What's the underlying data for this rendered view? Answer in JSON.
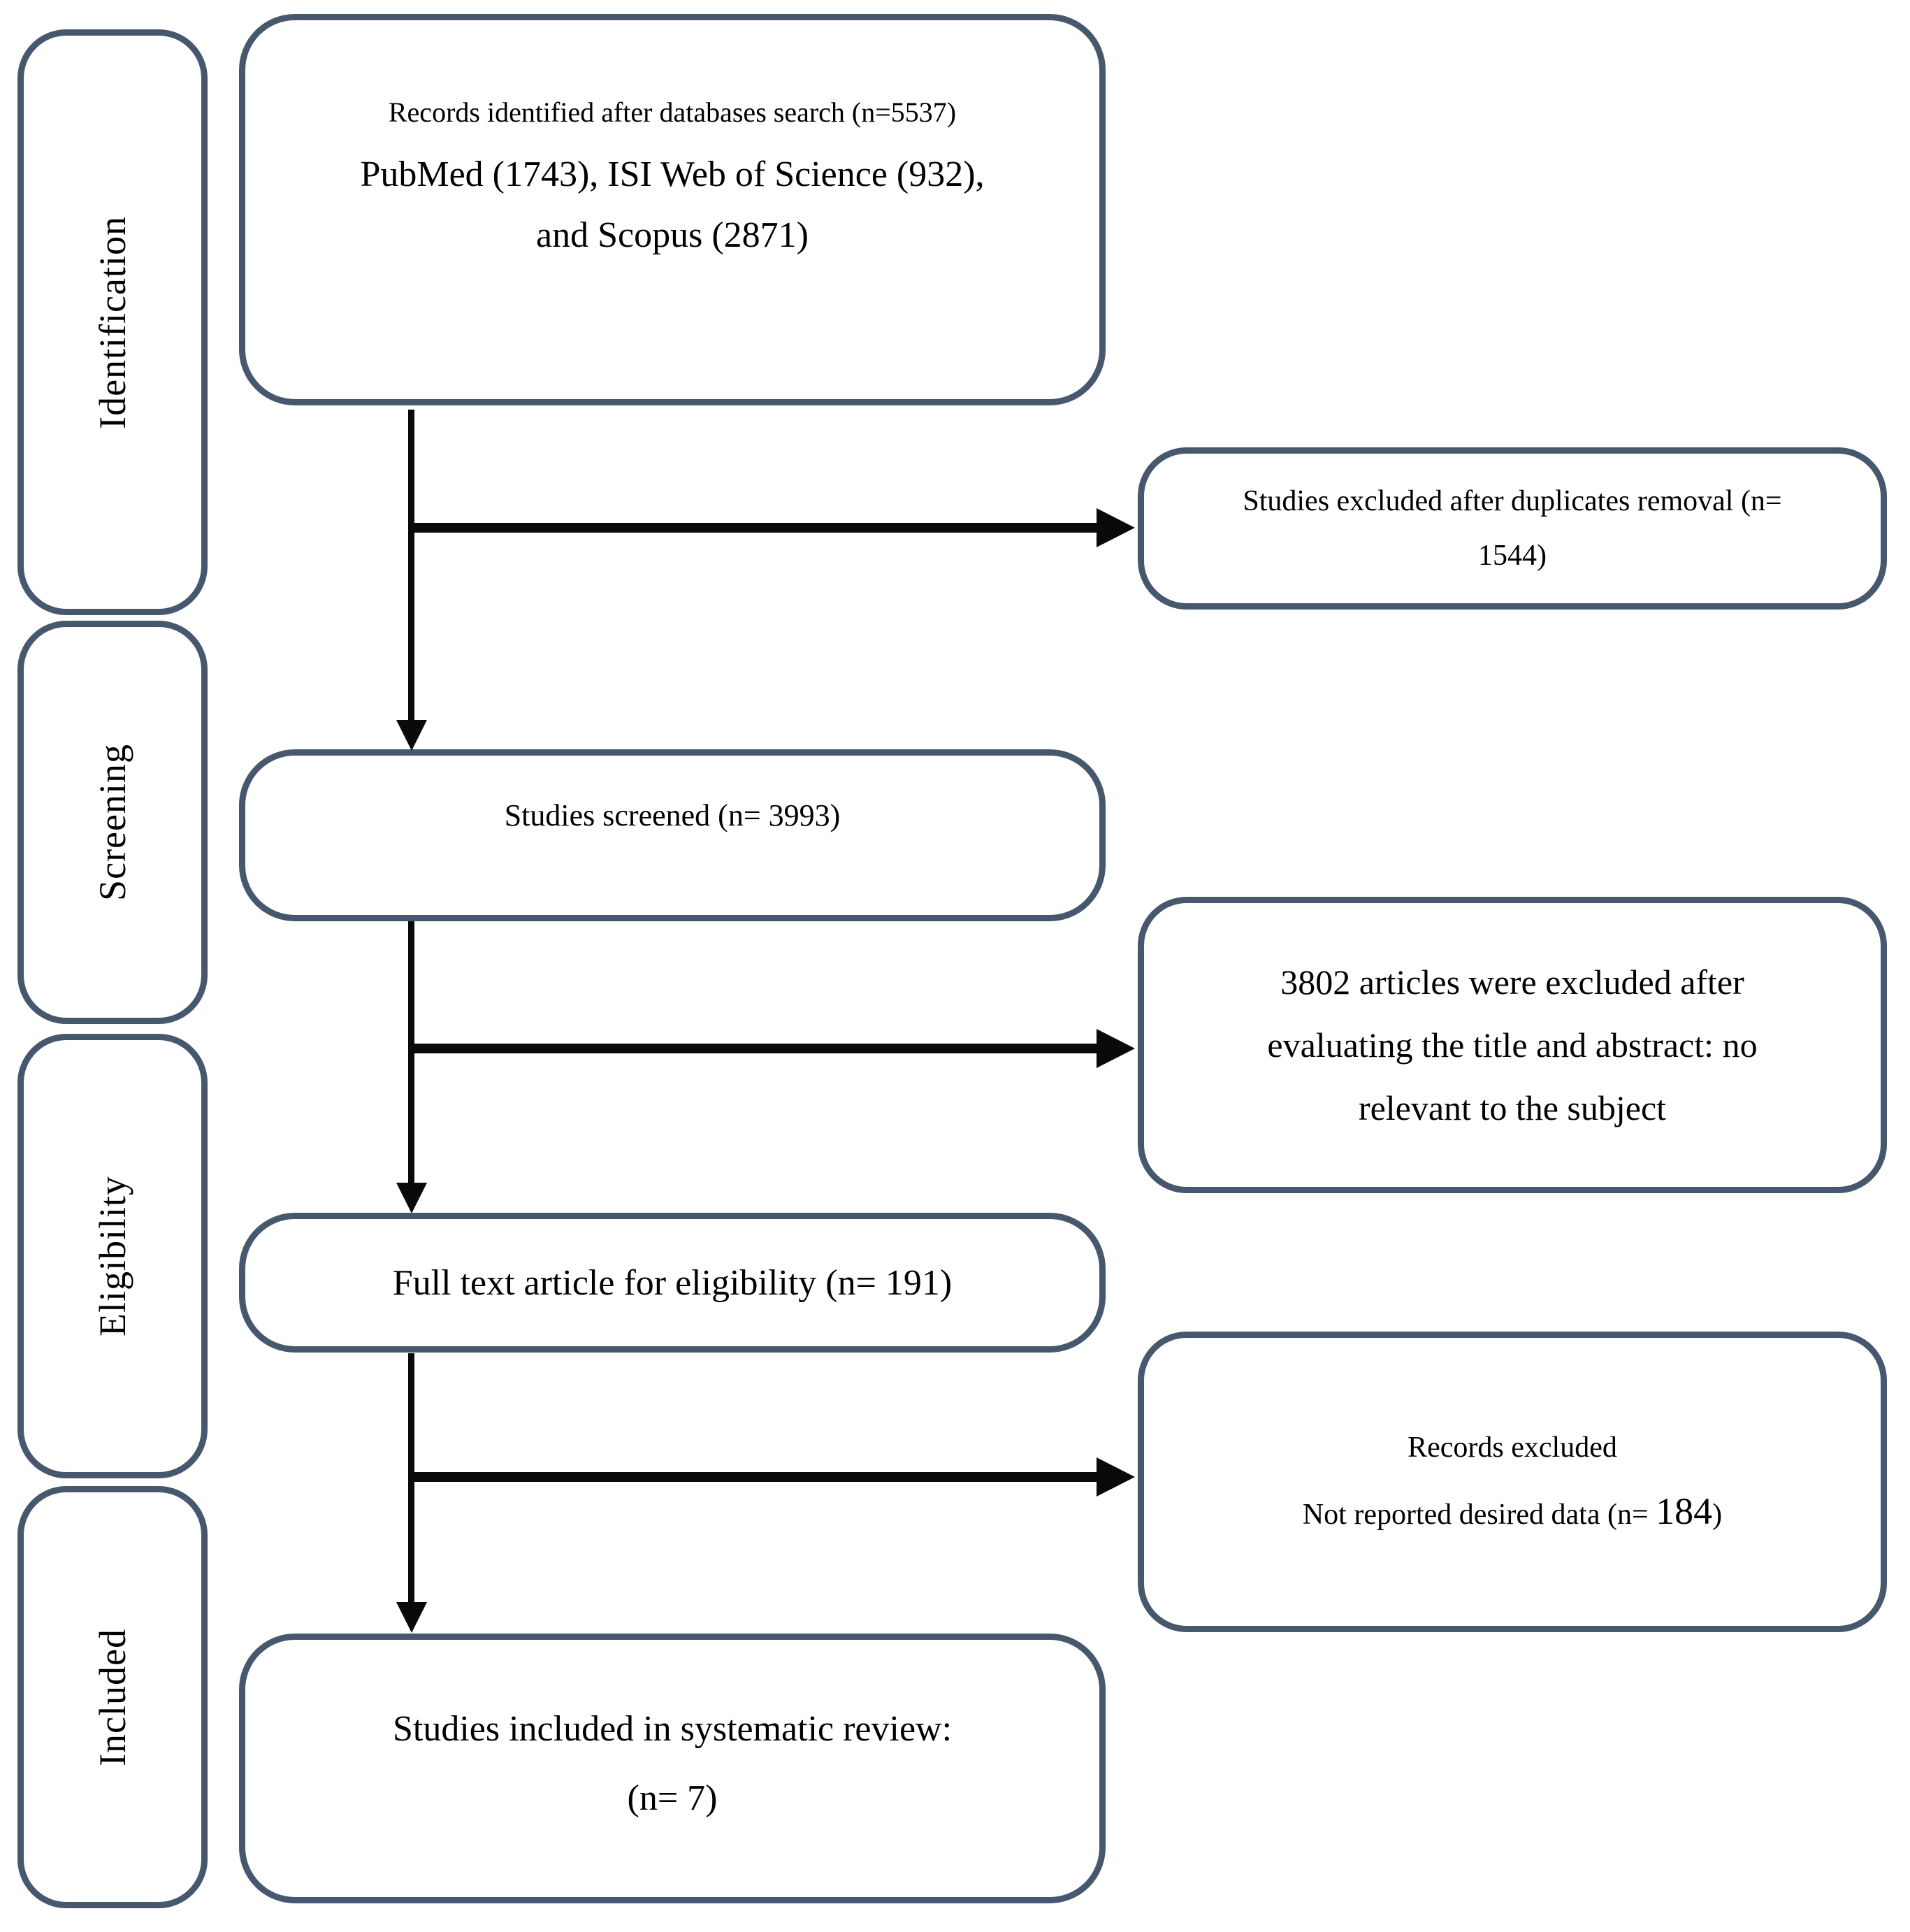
{
  "stages": [
    {
      "label": "Identification"
    },
    {
      "label": "Screening"
    },
    {
      "label": "Eligibility"
    },
    {
      "label": "Included"
    }
  ],
  "flow": {
    "records_identified": {
      "lines": [
        "Records identified after databases search (n=5537)",
        "PubMed (1743), ISI Web of Science (932),",
        "and Scopus (2871)"
      ]
    },
    "studies_screened": {
      "text": "Studies screened (n= 3993)"
    },
    "full_text_eligibility": {
      "text": "Full text article for eligibility (n= 191)"
    },
    "studies_included": {
      "lines": [
        "Studies included in systematic review:",
        "(n= 7)"
      ]
    }
  },
  "exclusions": {
    "duplicates_removal": {
      "lines": [
        "Studies excluded after duplicates removal (n=",
        "1544)"
      ]
    },
    "title_abstract": {
      "lines": [
        "3802 articles were excluded after",
        "evaluating the title and abstract: no",
        "relevant to the subject"
      ]
    },
    "not_reported": {
      "line1": "Records excluded",
      "line2_prefix": "Not reported desired data (n= ",
      "line2_number": "184",
      "line2_suffix": ")"
    }
  },
  "colors": {
    "box_border": "#47586E",
    "arrow": "#0A0A0A",
    "text": "#000000",
    "background": "#FFFFFF"
  }
}
